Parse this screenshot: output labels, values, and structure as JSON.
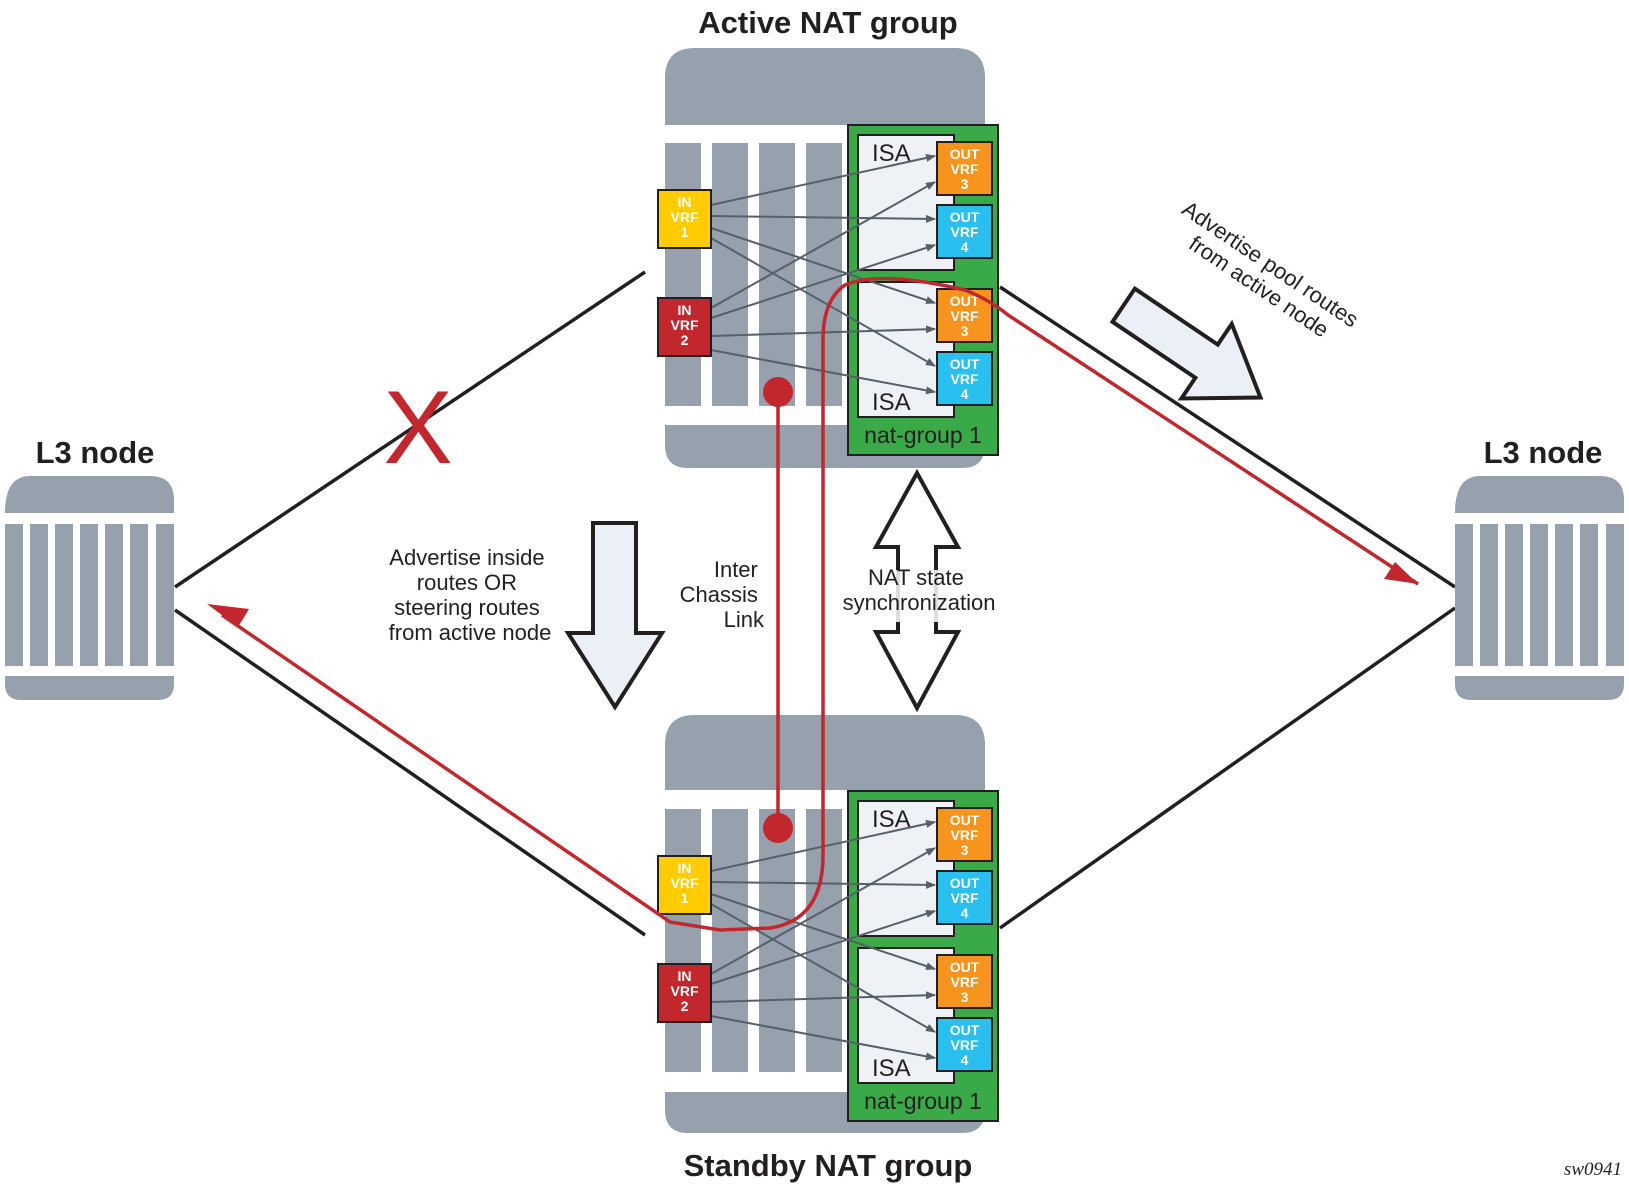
{
  "diagram": {
    "active_title": "Active NAT group",
    "standby_title": "Standby NAT group",
    "left_node_label": "L3 node",
    "right_node_label": "L3 node",
    "isa_label": "ISA",
    "nat_group_label": "nat-group 1",
    "in_vrfs": [
      {
        "lines": [
          "IN",
          "VRF",
          "1"
        ],
        "color": "#ffcc00"
      },
      {
        "lines": [
          "IN",
          "VRF",
          "2"
        ],
        "color": "#c1272d"
      }
    ],
    "out_vrfs": [
      {
        "lines": [
          "OUT",
          "VRF",
          "3"
        ],
        "color": "#f7941d"
      },
      {
        "lines": [
          "OUT",
          "VRF",
          "4"
        ],
        "color": "#29c0ef"
      }
    ],
    "inside_routes_text": [
      "Advertise inside",
      "routes OR",
      "steering routes",
      "from active node"
    ],
    "pool_routes_text": [
      "Advertise pool routes",
      "from active node"
    ],
    "inter_chassis_text": [
      "Inter",
      "Chassis",
      "Link"
    ],
    "nat_sync_text": [
      "NAT state",
      "synchronization"
    ],
    "failure_mark": "X",
    "reference_id": "sw0941",
    "colors": {
      "chassis": "#97a1ad",
      "nat_group": "#3aaa49",
      "isa": "#eef2f7",
      "traffic_path": "#c1272d",
      "link": "#231f20"
    }
  }
}
